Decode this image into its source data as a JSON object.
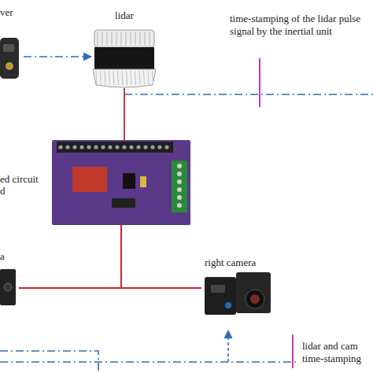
{
  "diagram": {
    "nodes": [
      {
        "text": [
          "ver"
        ]
      },
      {
        "text": [
          "lidar"
        ]
      },
      {
        "text": [
          "ed circuit d"
        ]
      },
      {
        "text": [
          "a"
        ]
      },
      {
        "text": [
          "right camera"
        ]
      }
    ],
    "edges": [
      {
        "from": 0,
        "to": 1,
        "arrow": "to"
      },
      {
        "from": 1,
        "to": 2,
        "arrow": "none"
      },
      {
        "from": 2,
        "to": 3,
        "arrow": "none"
      },
      {
        "from": 2,
        "to": 4,
        "arrow": "none"
      }
    ],
    "labels": [
      "time-stamping of the lidar pulse signal by the inertial unit",
      "lidar and cam time-stamping"
    ]
  }
}
